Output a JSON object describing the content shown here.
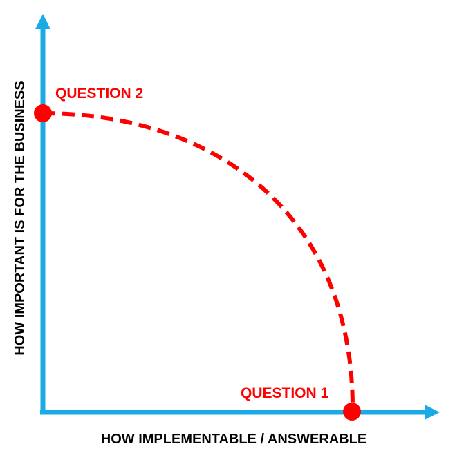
{
  "colors": {
    "axis": "#1aabe6",
    "accent": "#ff0000",
    "text": "#000000"
  },
  "axes": {
    "x_label": "HOW IMPLEMENTABLE / ANSWERABLE",
    "y_label": "HOW IMPORTANT IS FOR THE BUSINESS"
  },
  "points": [
    {
      "label": "QUESTION 2"
    },
    {
      "label": "QUESTION 1"
    }
  ]
}
